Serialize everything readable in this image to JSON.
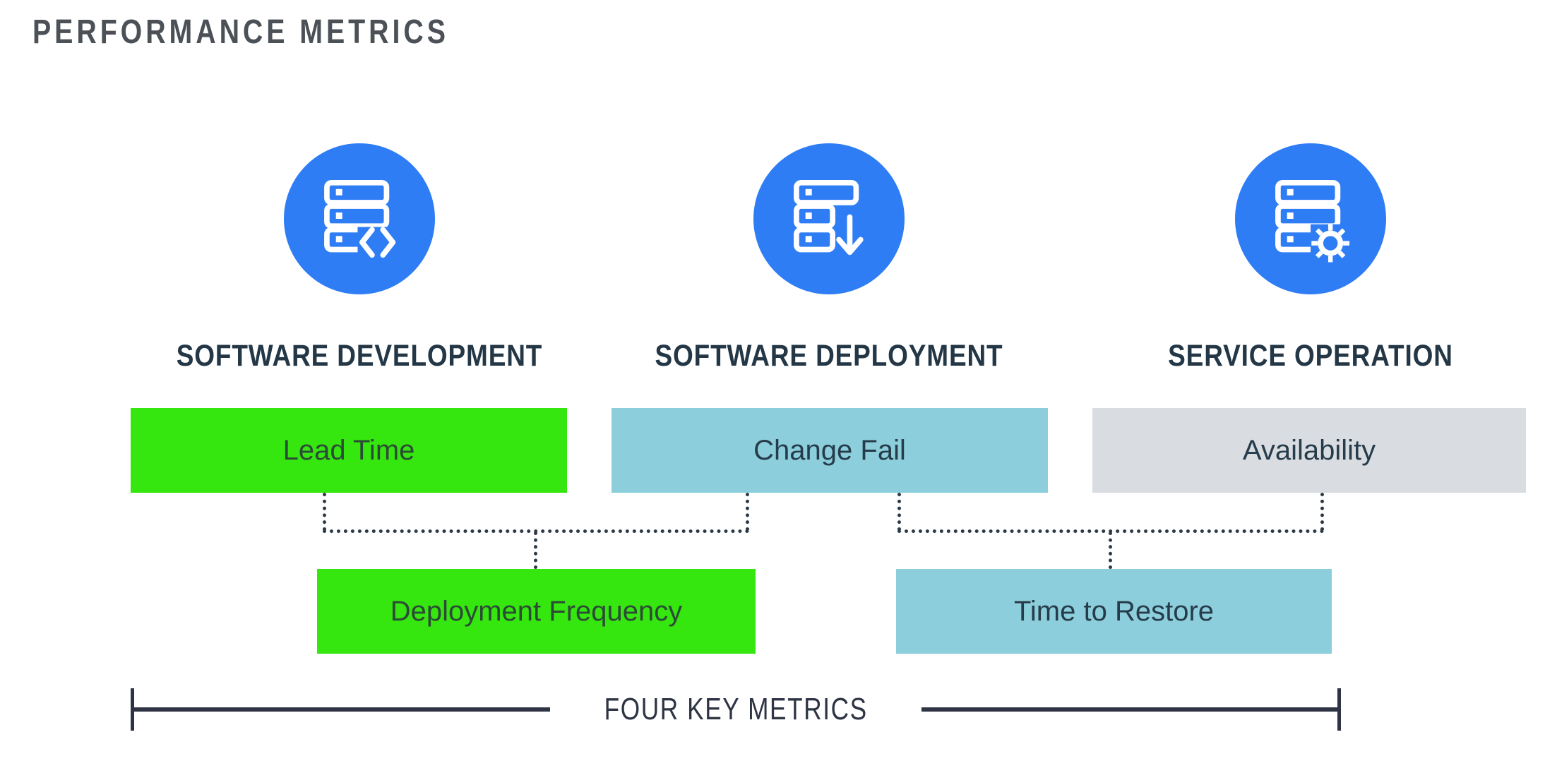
{
  "title": "PERFORMANCE METRICS",
  "columns": [
    {
      "heading": "SOFTWARE DEVELOPMENT",
      "icon": "server-code-icon"
    },
    {
      "heading": "SOFTWARE DEPLOYMENT",
      "icon": "server-download-icon"
    },
    {
      "heading": "SERVICE OPERATION",
      "icon": "server-gear-icon"
    }
  ],
  "metric_boxes": [
    {
      "label": "Lead Time",
      "color": "#35e60f"
    },
    {
      "label": "Change Fail",
      "color": "#8ccedb"
    },
    {
      "label": "Availability",
      "color": "#d9dde2"
    },
    {
      "label": "Deployment Frequency",
      "color": "#35e60f"
    },
    {
      "label": "Time to Restore",
      "color": "#8ccedb"
    }
  ],
  "footer_label": "FOUR KEY METRICS",
  "colors": {
    "icon_circle_blue": "#2f7df5",
    "green": "#35e60f",
    "light_blue": "#8ccedb",
    "light_gray": "#d9dde2",
    "heading_navy": "#243746",
    "title_gray": "#4b5157",
    "connector_navy": "#2c3a47",
    "bracket_navy": "#2e3444"
  }
}
